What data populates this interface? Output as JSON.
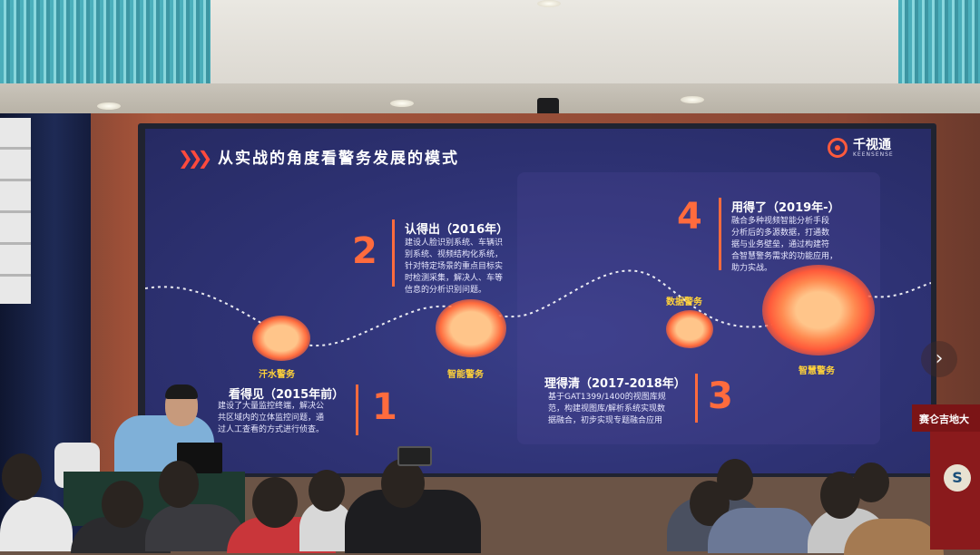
{
  "slide": {
    "title": "从实战的角度看警务发展的模式",
    "logo": {
      "name": "千视通",
      "sub": "KEENSENSE"
    }
  },
  "stages": [
    {
      "label": "汗水警务"
    },
    {
      "label": "智能警务"
    },
    {
      "label": "数据警务"
    },
    {
      "label": "智慧警务"
    }
  ],
  "steps": [
    {
      "number": "1",
      "title": "看得见（2015年前）",
      "lines": [
        "建设了大量监控终端，解决公",
        "共区域内的立体监控问题，通",
        "过人工查看的方式进行侦查。"
      ]
    },
    {
      "number": "2",
      "title": "认得出（2016年）",
      "lines": [
        "建设人脸识别系统、车辆识",
        "别系统、视频结构化系统，",
        "针对特定场景的重点目标实",
        "时检测采集，解决人、车等",
        "信息的分析识别问题。"
      ]
    },
    {
      "number": "3",
      "title": "理得清（2017-2018年）",
      "lines": [
        "基于GAT1399/1400的视图库规",
        "范，构建视图库/解析系统实现数",
        "据融合，初步实现专题融合应用"
      ]
    },
    {
      "number": "4",
      "title": "用得了（2019年-）",
      "lines": [
        "融合多种视频智能分析手段",
        "分析后的多源数据，打通数",
        "据与业务壁垒，通过构建符",
        "合智慧警务需求的功能应用，",
        "助力实战。"
      ]
    }
  ],
  "venue": {
    "sign_text": "赛仑吉地大",
    "banner_mark": "S"
  },
  "controls": {
    "next_glyph": "›"
  },
  "colors": {
    "accent": "#ff6b3d",
    "stage_label": "#ffd23a",
    "screen": "#2e3274",
    "title": "#ffffff"
  }
}
